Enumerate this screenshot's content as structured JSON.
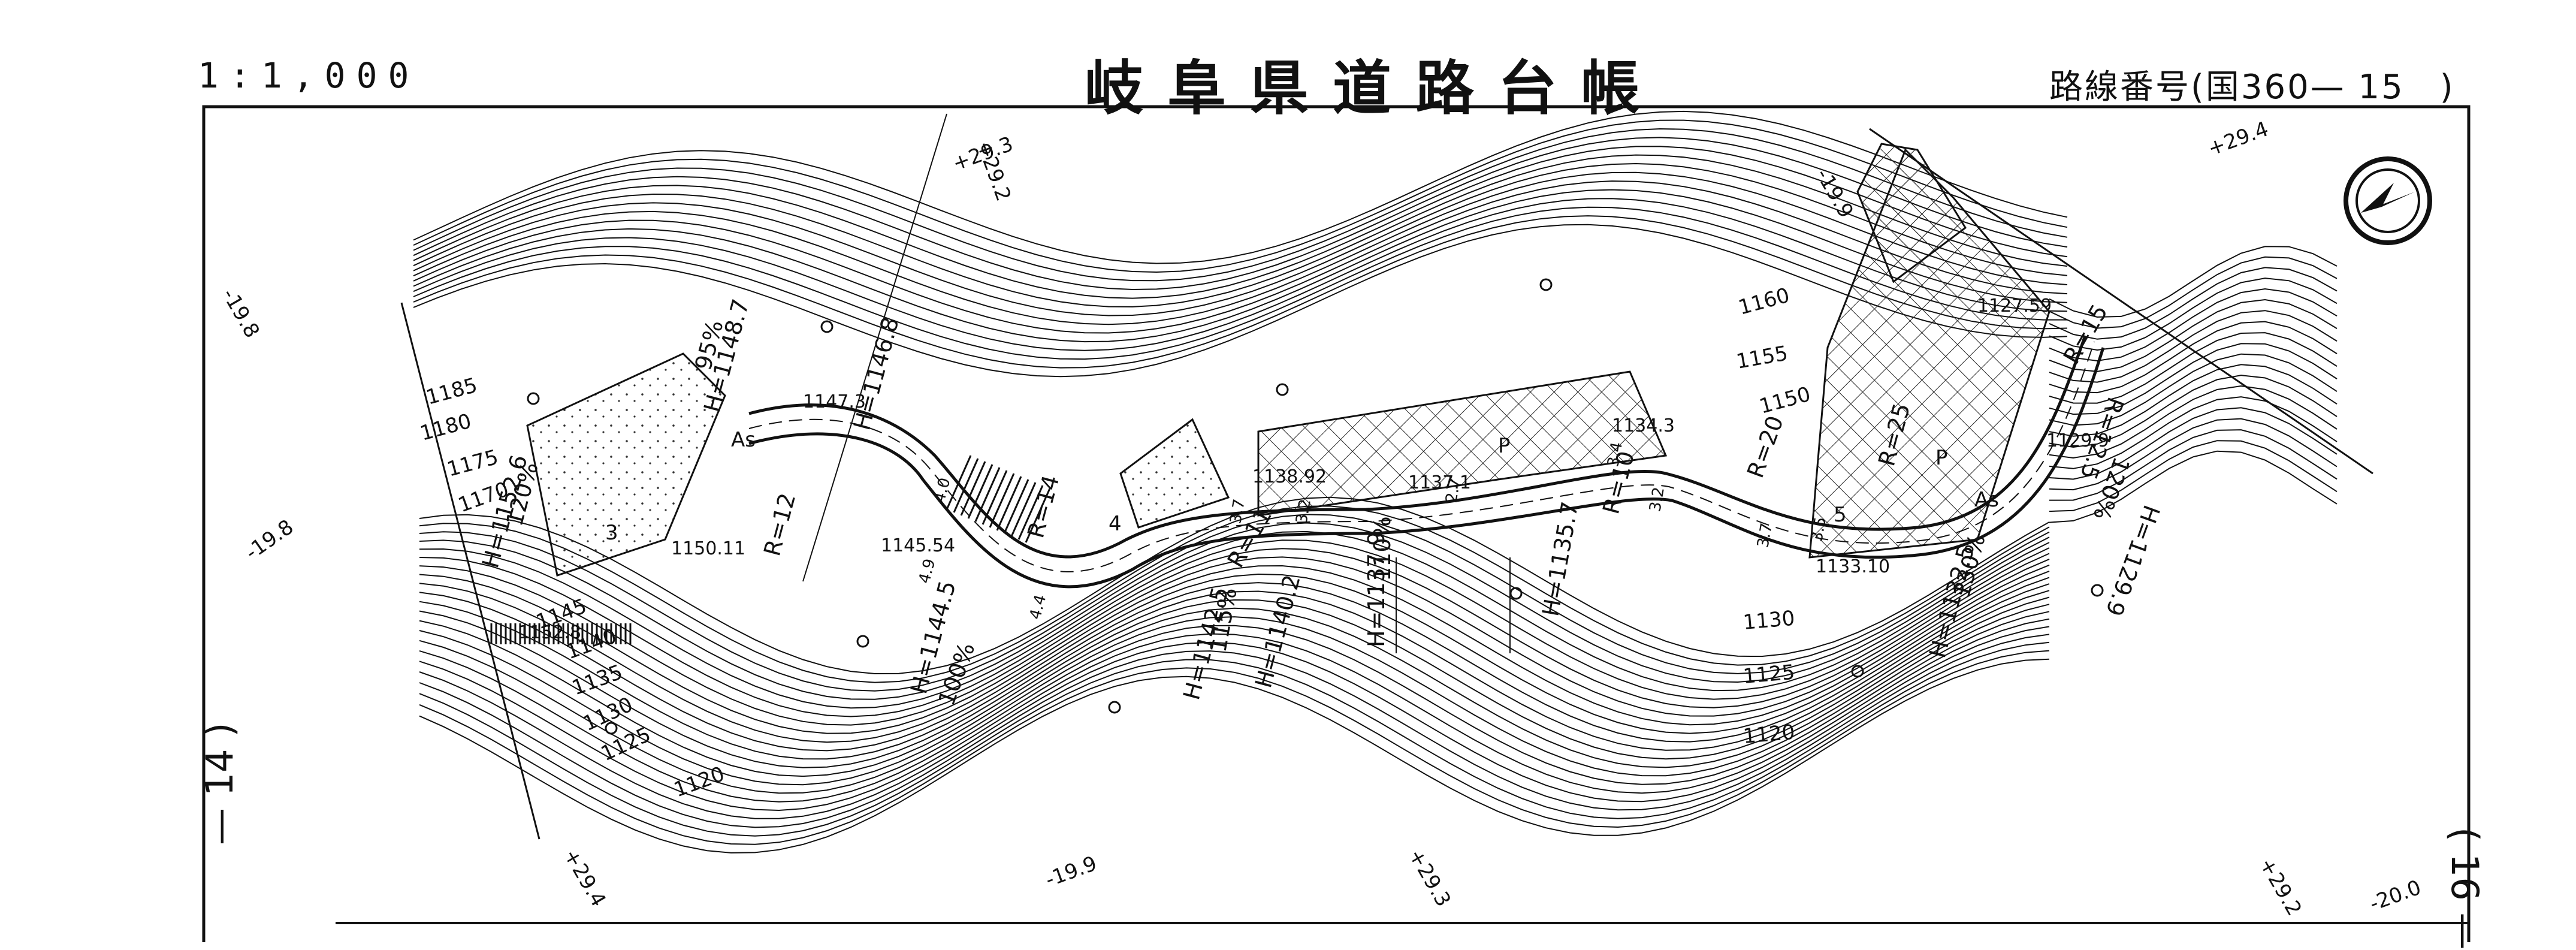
{
  "header": {
    "scale": "1:1,000",
    "title": "岐阜県道路台帳",
    "route_number": "路線番号(国360— 15　)"
  },
  "sheets": {
    "prev": "— 14 )",
    "next": "( 16 —"
  },
  "north_arrow": {
    "icon": "north-arrow-icon"
  },
  "contour_labels": [
    "1185",
    "1180",
    "1175",
    "1170",
    "1145",
    "1140",
    "1135",
    "1130",
    "1125",
    "1120",
    "1160",
    "1155",
    "1150",
    "1130",
    "1125",
    "1120"
  ],
  "elevation_labels": [
    "1147.3",
    "1150.11",
    "1145.54",
    "1138.92",
    "1137.1",
    "1134.3",
    "1127.59",
    "1129.9",
    "1133.10",
    "1152.8"
  ],
  "slope_labels": [
    "H=1148.7",
    "H=1146.8",
    "H=1152.6",
    "H=1144.5",
    "H=1142.5",
    "H=1140.2",
    "H=1137.9",
    "H=1135.7",
    "H=1132.5",
    "H=1129.9",
    "95%",
    "120%",
    "100%",
    "115%",
    "110%",
    "130%",
    "120%"
  ],
  "radius_labels": [
    "R=12",
    "R=14",
    "R=11",
    "R=10",
    "R=20",
    "R=25",
    "R=15",
    "R=12.5"
  ],
  "coordinates": [
    "-19.8",
    "+29.3",
    "+29.2",
    "-19.9",
    "+29.4",
    "-19.8",
    "+29.4",
    "-19.9",
    "+29.3",
    "+29.2",
    "-20.0"
  ],
  "area_labels": [
    "3",
    "4",
    "5",
    "P",
    "P",
    "As",
    "As"
  ],
  "width_labels": [
    "4.0",
    "4.9",
    "4.4",
    "3.7",
    "3.2",
    "2.7",
    "3.4",
    "3.2",
    "3.7",
    "3.5"
  ]
}
